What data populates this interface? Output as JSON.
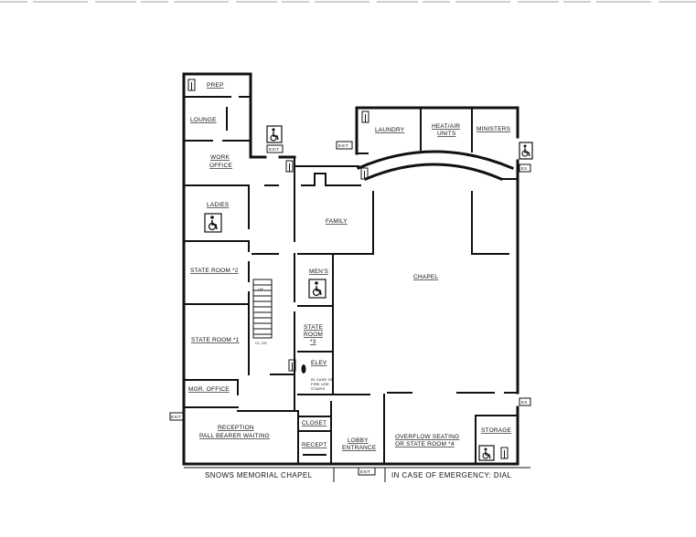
{
  "rooms": {
    "prep": "PREP",
    "lounge": "LOUNGE",
    "work_office": [
      "WORK",
      "OFFICE"
    ],
    "ladies": "LADIES",
    "family": "FAMILY",
    "state_room_2": "STATE ROOM *2",
    "state_room_1": "STATE ROOM *1",
    "mens": "MEN'S",
    "state_room_3": [
      "STATE",
      "ROOM",
      "*3"
    ],
    "elev": "ELEV",
    "elev_note": [
      "IN CASE OF",
      "FIRE USE",
      "STAIRS"
    ],
    "mgr_office": "MGR. OFFICE",
    "reception": [
      "RECEPTION",
      "PALL BEARER WAITING"
    ],
    "closet": "CLOSET",
    "recept": "RECEPT",
    "lobby": [
      "LOBBY",
      "ENTRANCE"
    ],
    "overflow": [
      "OVERFLOW SEATING",
      "OR STATE ROOM *4"
    ],
    "storage": "STORAGE",
    "laundry": "LAUNDRY",
    "heat_air": [
      "HEAT/AIR",
      "UNITS"
    ],
    "ministers": "MINISTERS",
    "chapel": "CHAPEL",
    "up": "UP",
    "closet_small": "CL OS"
  },
  "exits": {
    "exit_top_left": "EXIT",
    "exit_top_center": "EXIT",
    "exit_right_top": "EX",
    "exit_right_mid": "EX",
    "exit_left": "EXIT",
    "exit_bottom": "EXIT"
  },
  "footer": {
    "name": "SNOWS MEMORIAL CHAPEL",
    "emergency": "IN CASE OF EMERGENCY: DIAL"
  },
  "icons": {
    "accessible": "wheelchair-icon",
    "fire_extinguisher": "fire-extinguisher-icon"
  }
}
